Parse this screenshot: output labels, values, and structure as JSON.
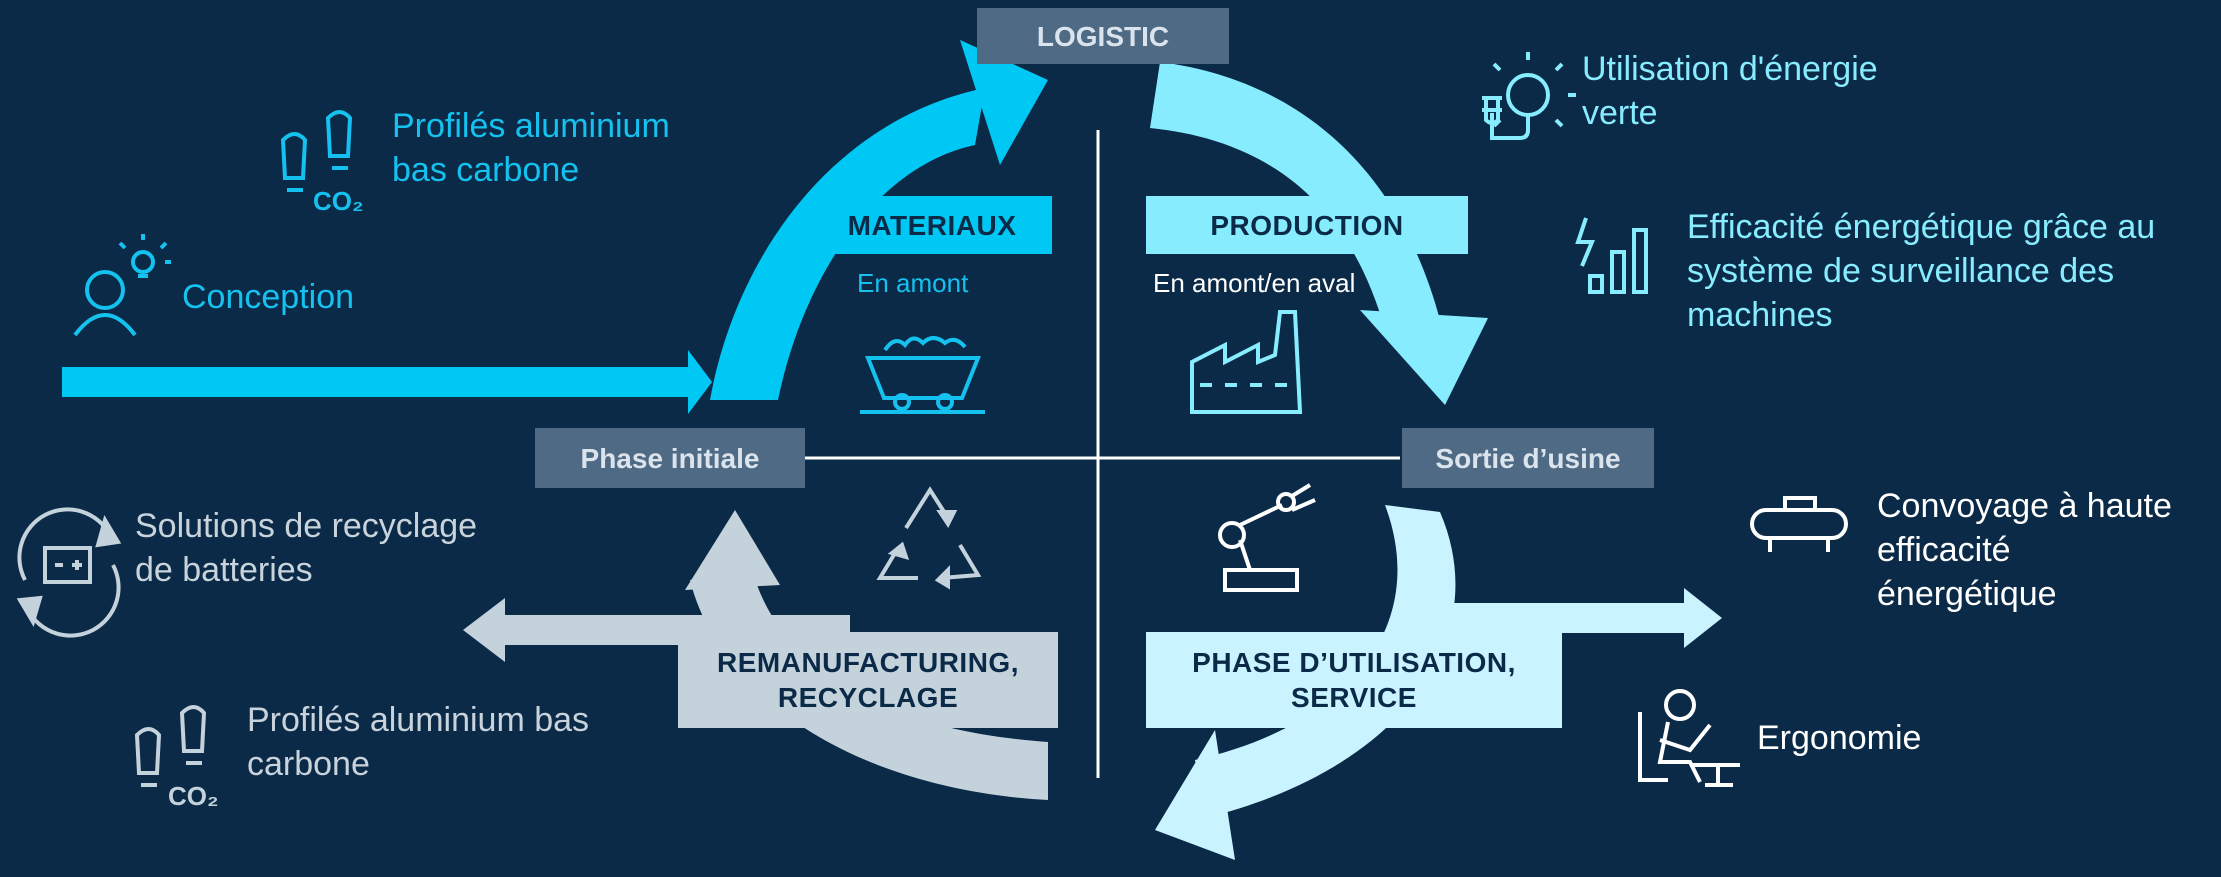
{
  "colors": {
    "background": "#0b2a47",
    "cyan": "#00c8f5",
    "light_cyan": "#88ecff",
    "pale_cyan": "#c9f3ff",
    "gray_blue": "#c4d2dc",
    "label_box": "#4e6a84"
  },
  "hub": {
    "top": "LOGISTIC",
    "left": "Phase initiale",
    "right": "Sortie d’usine"
  },
  "quadrants": {
    "materiaux": {
      "title": "MATERIAUX",
      "subtitle": "En amont",
      "icon": "mine-cart-icon"
    },
    "production": {
      "title": "PRODUCTION",
      "subtitle": "En amont/en aval",
      "icon": "factory-icon"
    },
    "remanufacturing": {
      "title_line1": "REMANUFACTURING,",
      "title_line2": "RECYCLAGE",
      "icon": "recycle-icon"
    },
    "utilisation": {
      "title_line1": "PHASE D’UTILISATION,",
      "title_line2": "SERVICE",
      "icon": "robot-arm-icon"
    }
  },
  "left_items": {
    "profiles_top": {
      "line1": "Profilés aluminium",
      "line2": "bas carbone",
      "icon": "low-co2-footprint-icon"
    },
    "conception": {
      "text": "Conception",
      "icon": "idea-person-icon"
    },
    "batteries": {
      "line1": "Solutions de recyclage",
      "line2": "de batteries",
      "icon": "battery-recycle-icon"
    },
    "profiles_bottom": {
      "line1": "Profilés aluminium bas",
      "line2": "carbone",
      "icon": "low-co2-footprint-icon"
    }
  },
  "right_items": {
    "energie": {
      "line1": "Utilisation d'énergie",
      "line2": "verte",
      "icon": "green-energy-icon"
    },
    "efficacite": {
      "line1": "Efficacité énergétique grâce au",
      "line2": "système de surveillance des",
      "line3": "machines",
      "icon": "energy-monitoring-icon"
    },
    "convoyage": {
      "line1": "Convoyage à haute",
      "line2": "efficacité",
      "line3": "énergétique",
      "icon": "conveyor-icon"
    },
    "ergonomie": {
      "text": "Ergonomie",
      "icon": "ergonomic-workstation-icon"
    }
  }
}
